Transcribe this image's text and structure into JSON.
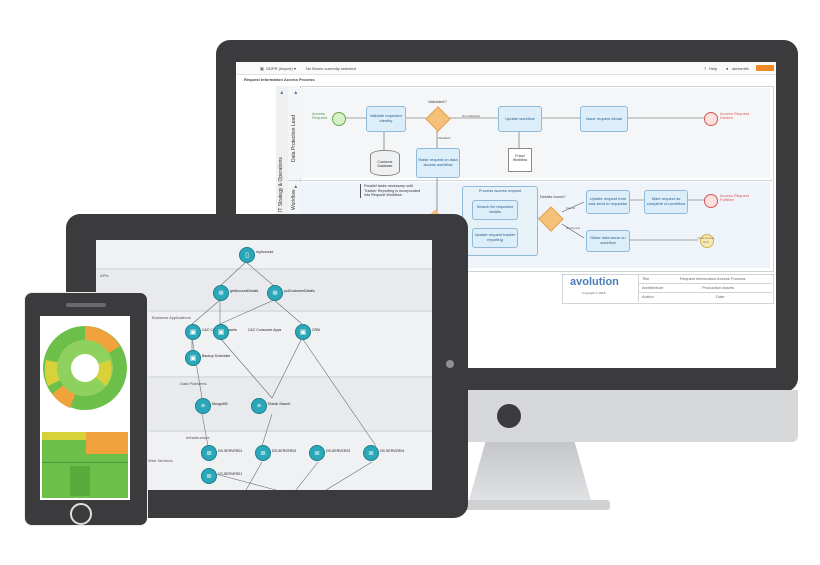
{
  "monitor": {
    "toolbar": {
      "repo_label": "GDPR (Import)",
      "filter_label": "No Boxes currently selected",
      "help_label": "Help",
      "user_label": "alexsmith"
    },
    "page_title": "Request Information Access Process",
    "pools": [
      "Data Protection Lead",
      "IT Strategy & Operations"
    ],
    "sub_lane": "Workflow",
    "events": {
      "start": "Access Request",
      "end_denied": "Access Request Denied",
      "end_fulfilled": "Access Request Fulfilled",
      "end_plain": "Data Access End"
    },
    "tasks": {
      "validate": "Validate requestor identity",
      "update_workflow": "Update workflow",
      "issue_denial": "Issue request denial",
      "raise_request": "Raise request on data access workflow",
      "process_request": "Process access request",
      "search_details": "Search for requestor details",
      "update_tracker": "Update request tracker reporting",
      "update_form": "Update request form and send to requestor",
      "mark_complete": "Mark request as complete on workflow",
      "raise_issue": "Raise data issue on workflow"
    },
    "gateways": {
      "validated": "Validated?",
      "details_found": "Details found?"
    },
    "flow_labels": {
      "not_validated": "Not Validated",
      "validated_yes": "Validated",
      "found": "Found",
      "not_found": "Not Found"
    },
    "data_store": "Customer Database",
    "doc": "Fraud Workflow",
    "annotation": "Parallel tasks necessary until Tracker Reporting is incorporated into Request Workflow",
    "brand": "avolution",
    "copyright": "Copyright © 2018",
    "titleblock": {
      "title_label": "Title",
      "title_value": "Request Information Access Process",
      "arch_label": "Architecture",
      "arch_value": "Production Assets",
      "author_label": "Author",
      "date_label": "Date"
    }
  },
  "tablet": {
    "sections": [
      "APIs",
      "Business Applications",
      "Data Platforms",
      "Infrastructure"
    ],
    "nodes": {
      "top": "myAccount",
      "api1": "getAccountDetails",
      "api2": "putCustomerDetails",
      "app1": "C&C Customer Assets",
      "app2": "C&C Consumer Apps",
      "app3": "CRM",
      "app4": "Backup Scheduler",
      "data1": "MongoDB",
      "data2": "Elastic Search",
      "infra1": "DS-SERVER01",
      "infra2": "DS-SERVER02",
      "infra3": "DS-SERVER03",
      "infra4": "DS-SERVER04",
      "infra5": "VS-SERVER01"
    },
    "left_note": "Web Services"
  },
  "phone": {
    "colors": {
      "green": "#6cc04a",
      "orange": "#f0a23c",
      "yellow": "#d8d23a"
    }
  }
}
